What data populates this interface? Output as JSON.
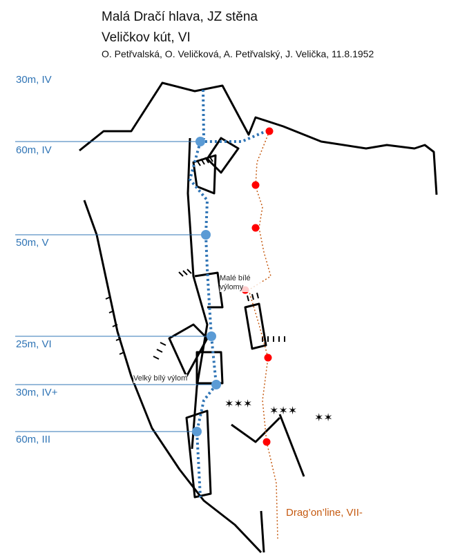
{
  "header": {
    "title": "Malá Dračí hlava, JZ stěna",
    "route": "Veličkov kút, VI",
    "first_ascent": "O. Petřvalská, O. Veličková, A. Petřvalský, J. Velička, 11.8.1952"
  },
  "pitches": [
    "30m, IV",
    "60m, IV",
    "50m, V",
    "25m, VI",
    "30m, IV+",
    "60m, III"
  ],
  "annotations": {
    "small_white_breaks": "Malé bílé výlomy",
    "large_white_break": "Velký bílý výlom"
  },
  "second_route": "Drag’on’line, VII-",
  "colors": {
    "main_route": "#2f74b5",
    "second_route": "#c55a11",
    "bolts": "#ff0000",
    "rock": "#000000"
  }
}
